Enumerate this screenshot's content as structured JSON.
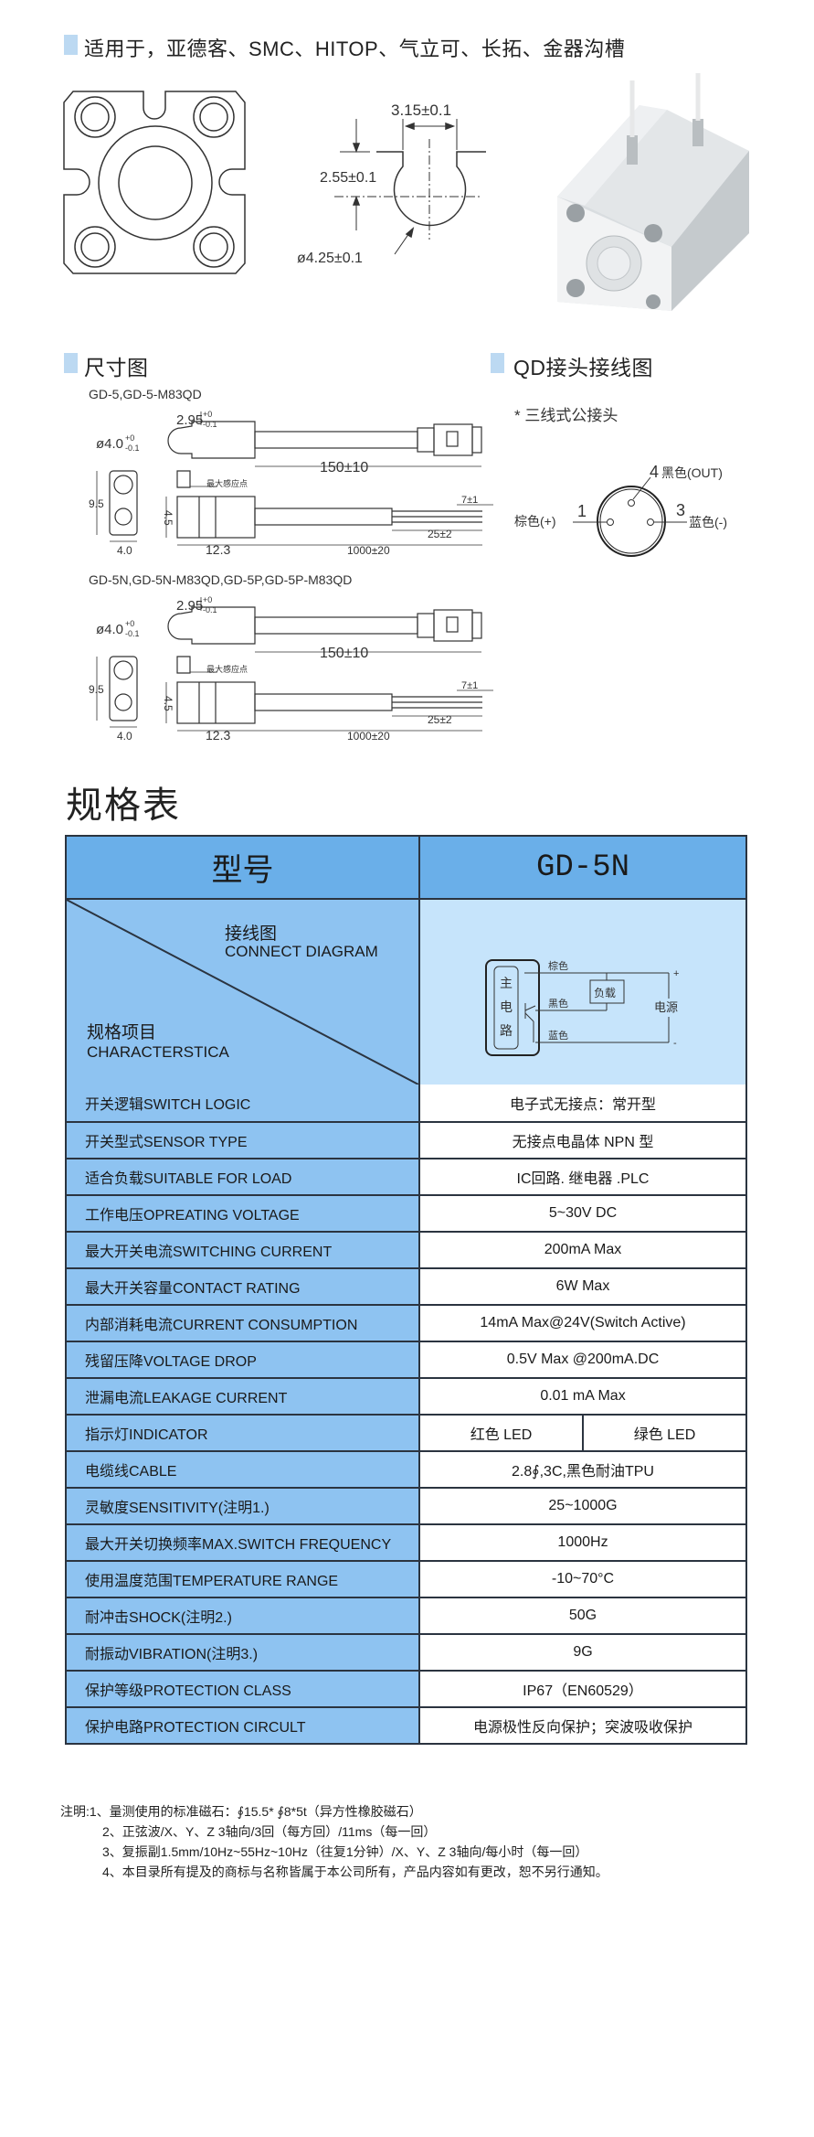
{
  "compat": {
    "title": "适用于，亚德客、SMC、HITOP、气立可、长拓、金器沟槽"
  },
  "slot": {
    "width": "3.15±0.1",
    "depth": "2.55±0.1",
    "diameter": "ø4.25±0.1"
  },
  "dimensions": {
    "title": "尺寸图",
    "drawings": [
      {
        "model": "GD-5,GD-5-M83QD",
        "head_width": "2.95",
        "head_width_tol_up": "+0",
        "head_width_tol_down": "-0.1",
        "head_dia": "ø4.0",
        "head_dia_tol_up": "+0",
        "head_dia_tol_down": "-0.1",
        "qd_cable": "150±10",
        "height": "9.5",
        "width": "4.0",
        "sense_height": "4.5",
        "sense_point": "最大感应点",
        "body_length": "12.3",
        "cable_length": "1000±20",
        "strip_length": "25±2",
        "wire_end": "7±1"
      },
      {
        "model": "GD-5N,GD-5N-M83QD,GD-5P,GD-5P-M83QD",
        "head_width": "2.95",
        "head_width_tol_up": "+0",
        "head_width_tol_down": "-0.1",
        "head_dia": "ø4.0",
        "head_dia_tol_up": "+0",
        "head_dia_tol_down": "-0.1",
        "qd_cable": "150±10",
        "height": "9.5",
        "width": "4.0",
        "sense_height": "4.5",
        "sense_point": "最大感应点",
        "body_length": "12.3",
        "cable_length": "1000±20",
        "strip_length": "25±2",
        "wire_end": "7±1"
      }
    ]
  },
  "qd": {
    "title": "QD接头接线图",
    "subtitle": "* 三线式公接头",
    "pin4": "4",
    "pin4_label": "黑色(OUT)",
    "pin1": "1",
    "pin1_label": "棕色(+)",
    "pin3": "3",
    "pin3_label": "蓝色(-)"
  },
  "spec": {
    "title": "规格表",
    "header_label": "型号",
    "header_model": "GD-5N",
    "diagram_cn": "接线图",
    "diagram_en": "CONNECT DIAGRAM",
    "item_cn": "规格项目",
    "item_en": "CHARACTERSTICA",
    "circuit": {
      "main1": "主",
      "main2": "电",
      "main3": "路",
      "brown": "棕色",
      "black": "黑色",
      "blue": "蓝色",
      "load": "负载",
      "power": "电源",
      "plus": "+",
      "minus": "-"
    },
    "rows": [
      {
        "label": "开关逻辑SWITCH LOGIC",
        "value": "电子式无接点：常开型"
      },
      {
        "label": "开关型式SENSOR TYPE",
        "value": "无接点电晶体 NPN 型"
      },
      {
        "label": "适合负载SUITABLE FOR LOAD",
        "value": "IC回路. 继电器 .PLC"
      },
      {
        "label": "工作电压OPREATING VOLTAGE",
        "value": "5~30V DC"
      },
      {
        "label": "最大开关电流SWITCHING CURRENT",
        "value": "200mA Max"
      },
      {
        "label": "最大开关容量CONTACT RATING",
        "value": "6W Max"
      },
      {
        "label": "内部消耗电流CURRENT CONSUMPTION",
        "value": "14mA Max@24V(Switch Active)"
      },
      {
        "label": "残留压降VOLTAGE DROP",
        "value": "0.5V Max @200mA.DC"
      },
      {
        "label": "泄漏电流LEAKAGE CURRENT",
        "value": "0.01 mA Max"
      },
      {
        "label": "指示灯INDICATOR",
        "values": [
          "红色 LED",
          "绿色 LED"
        ]
      },
      {
        "label": "电缆线CABLE",
        "value": "2.8∮,3C,黑色耐油TPU"
      },
      {
        "label": "灵敏度SENSITIVITY(注明1.)",
        "value": "25~1000G"
      },
      {
        "label": "最大开关切换频率MAX.SWITCH FREQUENCY",
        "value": "1000Hz"
      },
      {
        "label": "使用温度范围TEMPERATURE RANGE",
        "value": "-10~70°C"
      },
      {
        "label": "耐冲击SHOCK(注明2.)",
        "value": "50G"
      },
      {
        "label": "耐振动VIBRATION(注明3.)",
        "value": "9G"
      },
      {
        "label": "保护等级PROTECTION CLASS",
        "value": "IP67（EN60529）"
      },
      {
        "label": "保护电路PROTECTION CIRCULT",
        "value": "电源极性反向保护；突波吸收保护"
      }
    ]
  },
  "notes": [
    "注明:1、量测使用的标准磁石：∮15.5* ∮8*5t（异方性橡胶磁石）",
    "2、正弦波/X、Y、Z 3轴向/3回（每方回）/11ms（每一回）",
    "3、复振副1.5mm/10Hz~55Hz~10Hz（往复1分钟）/X、Y、Z 3轴向/每小时（每一回）",
    "4、本目录所有提及的商标与名称皆属于本公司所有，产品内容如有更改，恕不另行通知。"
  ],
  "colors": {
    "header": "#6aafe9",
    "label_col": "#8ec3f1",
    "diagram_bg": "#c6e4fb",
    "section_square": "#bcd9f2",
    "border": "#2b3440"
  }
}
